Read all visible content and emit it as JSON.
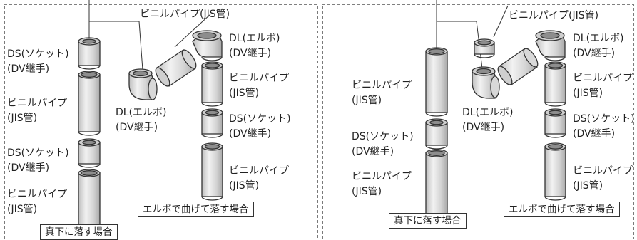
{
  "colors": {
    "line": "#333333",
    "pipe_fill": "#dddddd",
    "pipe_top": "#bdbdbd",
    "pipe_hole": "#888888",
    "text": "#222222"
  },
  "left": {
    "pipe_label_top": "ビニルパイプ(JIS管)",
    "straight": {
      "ds1": [
        "DS(ソケット)",
        "(DV継手)"
      ],
      "pipe1": [
        "ビニルパイプ",
        "(JIS管)"
      ],
      "ds2": [
        "DS(ソケット)",
        "(DV継手)"
      ],
      "pipe2": [
        "ビニルパイプ",
        "(JIS管)"
      ],
      "caption": "真下に落す場合"
    },
    "elbow": {
      "dl_top": [
        "DL(エルボ)",
        "(DV継手)"
      ],
      "pipe1": [
        "ビニルパイプ",
        "(JIS管)"
      ],
      "dl_bottom": [
        "DL(エルボ)",
        "(DV継手)"
      ],
      "ds": [
        "DS(ソケット)",
        "(DV継手)"
      ],
      "pipe2": [
        "ビニルパイプ",
        "(JIS管)"
      ],
      "caption": "エルボで曲げて落す場合"
    }
  },
  "right": {
    "pipe_label_top": "ビニルパイプ(JIS管)",
    "straight": {
      "pipe1": [
        "ビニルパイプ",
        "(JIS管)"
      ],
      "ds": [
        "DS(ソケット)",
        "(DV継手)"
      ],
      "pipe2": [
        "ビニルパイプ",
        "(JIS管)"
      ],
      "caption": "真下に落す場合"
    },
    "elbow": {
      "dl_top": [
        "DL(エルボ)",
        "(DV継手)"
      ],
      "pipe1": [
        "ビニルパイプ",
        "(JIS管)"
      ],
      "dl_bottom": [
        "DL(エルボ)",
        "(DV継手)"
      ],
      "ds": [
        "DS(ソケット)",
        "(DV継手)"
      ],
      "pipe2": [
        "ビニルパイプ",
        "(JIS管)"
      ],
      "caption": "エルボで曲げて落す場合"
    }
  }
}
